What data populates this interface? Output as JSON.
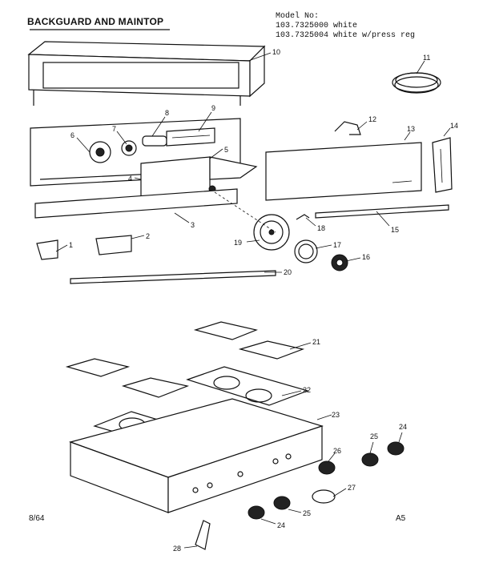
{
  "header": {
    "title": "BACKGUARD AND MAINTOP",
    "model_label": "Model No:",
    "models": [
      "103.7325000 white",
      "103.7325004 white w/press reg"
    ]
  },
  "part_numbers": [
    "1",
    "2",
    "3",
    "4",
    "5",
    "6",
    "7",
    "8",
    "9",
    "10",
    "11",
    "12",
    "13",
    "14",
    "15",
    "16",
    "17",
    "18",
    "19",
    "20",
    "21",
    "22",
    "23",
    "24",
    "25",
    "26",
    "27",
    "28"
  ],
  "duplicate_labels": {
    "p24b": "24",
    "p25b": "25"
  },
  "footer": {
    "left_code": "8/64",
    "right_code": "A5"
  }
}
